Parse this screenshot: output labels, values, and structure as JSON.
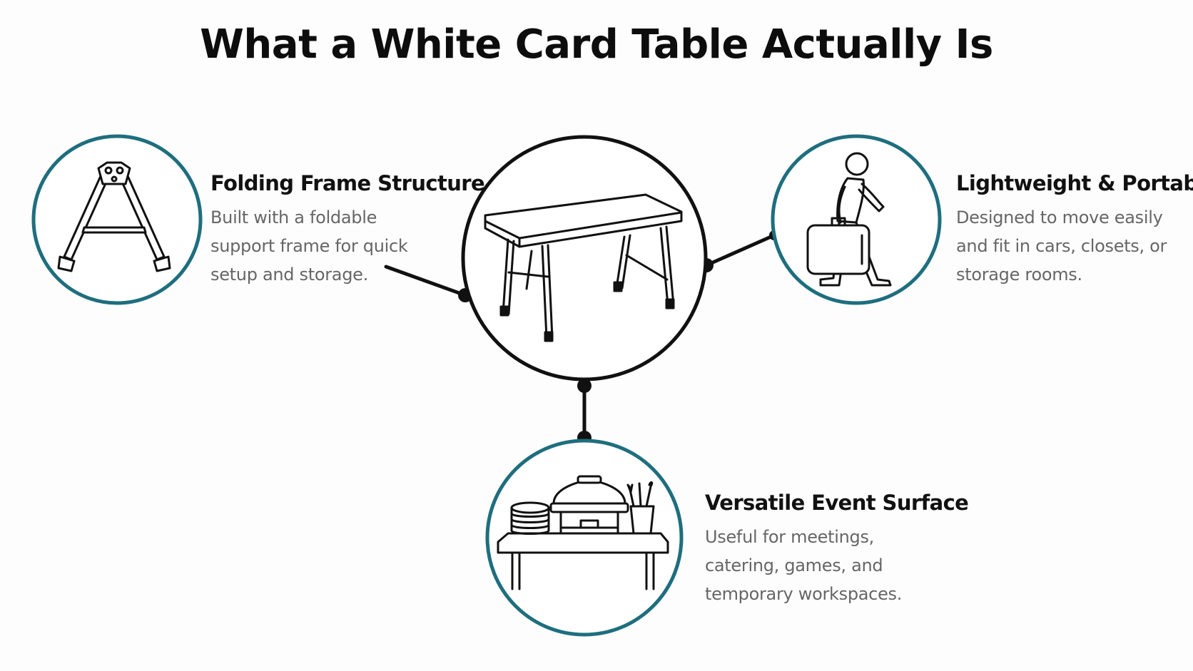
{
  "title": "What a White Card Table Actually Is",
  "colors": {
    "accent_ring": "#1e6e7e",
    "center_ring": "#111111",
    "title_text": "#0d0d0d",
    "body_text": "#666666"
  },
  "center": {
    "icon": "folding-table-icon"
  },
  "features": {
    "frame": {
      "icon": "a-frame-hinge-icon",
      "title": "Folding Frame Structure",
      "description": "Built with a foldable support frame for quick setup and storage."
    },
    "portable": {
      "icon": "person-carrying-table-icon",
      "title": "Lightweight & Portable",
      "description": "Designed to move easily and fit in cars, closets, or storage rooms."
    },
    "event": {
      "icon": "catering-table-icon",
      "title": "Versatile Event Surface",
      "description": "Useful for meetings, catering, games, and temporary workspaces."
    }
  }
}
